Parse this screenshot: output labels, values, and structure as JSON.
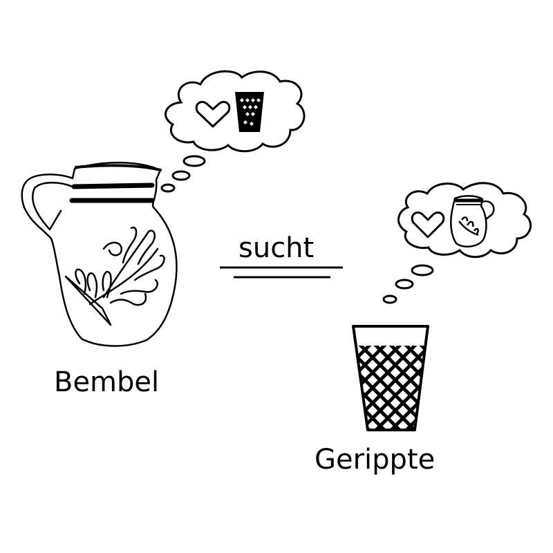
{
  "diagram": {
    "subject": {
      "label": "Bembel",
      "thought": [
        "heart",
        "gerippte-glass"
      ]
    },
    "verb": {
      "label": "sucht"
    },
    "object": {
      "label": "Gerippte",
      "thought": [
        "heart",
        "bembel-jug"
      ]
    }
  },
  "colors": {
    "stroke": "#000000",
    "background": "#ffffff"
  }
}
